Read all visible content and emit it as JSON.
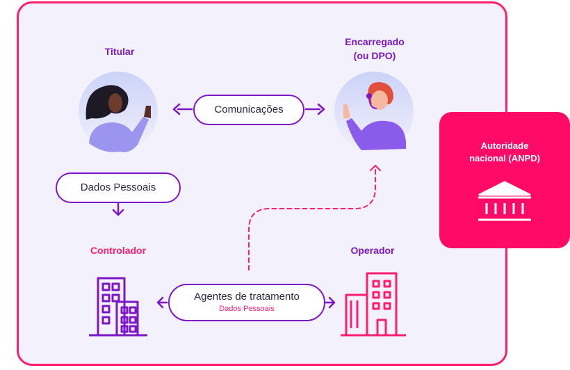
{
  "actors": {
    "titular": "Titular",
    "encarregado": "Encarregado",
    "encarregado_sub": "(ou DPO)",
    "controlador": "Controlador",
    "operador": "Operador"
  },
  "flows": {
    "comunicacoes": "Comunicações",
    "dados_pessoais": "Dados Pessoais",
    "agentes": "Agentes de tratamento",
    "agentes_sub": "Dados Pessoais"
  },
  "anpd": {
    "line1": "Autoridade",
    "line2": "nacional (ANPD)"
  },
  "icons": {
    "titular_avatar": "person-waving-icon",
    "dpo_avatar": "person-headset-icon",
    "controlador_building": "building-icon",
    "operador_building": "building-icon",
    "anpd_building": "government-building-icon"
  },
  "colors": {
    "frame": "#ff1e6e",
    "background": "#f3f1fb",
    "purple": "#7d16c8",
    "pink": "#ff1e6e",
    "anpd_box": "#ff0a67"
  }
}
